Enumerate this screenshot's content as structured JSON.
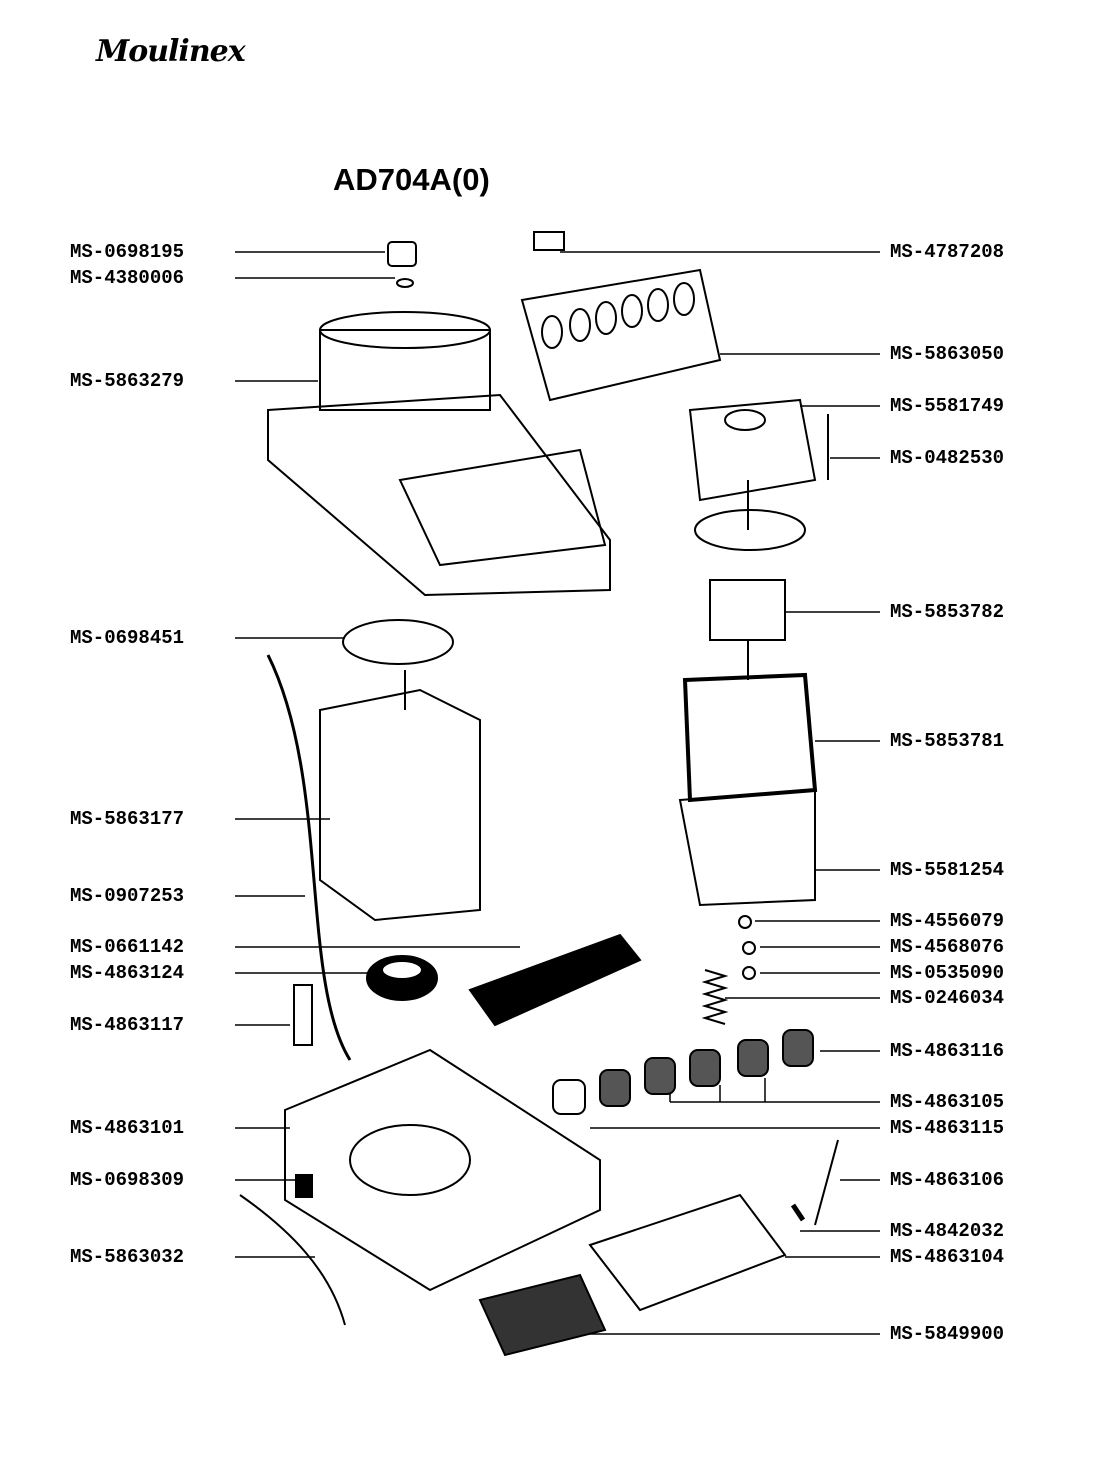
{
  "brand": "Moulinex",
  "model": "AD704A(0)",
  "colors": {
    "ink": "#000000",
    "background": "#ffffff"
  },
  "left_labels": [
    "MS-0698195",
    "MS-4380006",
    "MS-5863279",
    "MS-0698451",
    "MS-5863177",
    "MS-0907253",
    "MS-0661142",
    "MS-4863124",
    "MS-4863117",
    "MS-4863101",
    "MS-0698309",
    "MS-5863032"
  ],
  "right_labels": [
    "MS-4787208",
    "MS-5863050",
    "MS-5581749",
    "MS-0482530",
    "MS-5853782",
    "MS-5853781",
    "MS-5581254",
    "MS-4556079",
    "MS-4568076",
    "MS-0535090",
    "MS-0246034",
    "MS-4863116",
    "MS-4863105",
    "MS-4863115",
    "MS-4863106",
    "MS-4842032",
    "MS-4863104",
    "MS-5849900"
  ]
}
